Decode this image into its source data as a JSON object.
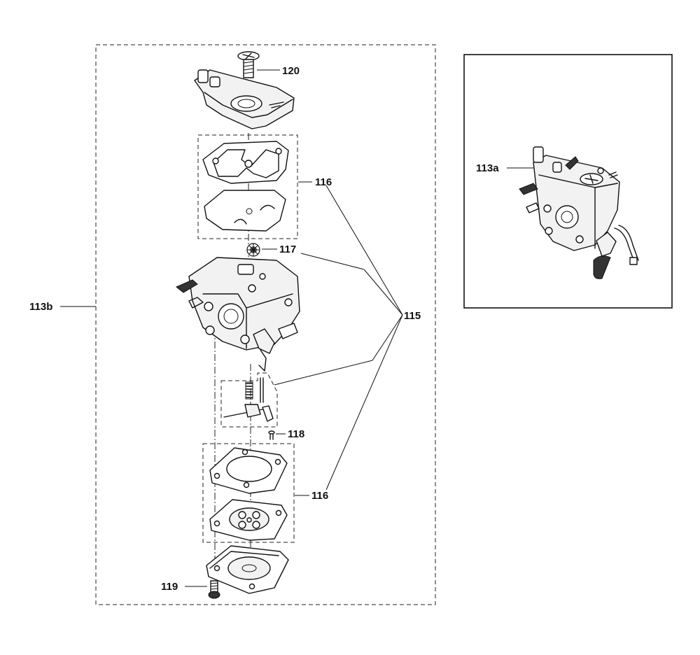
{
  "labels": {
    "p120": "120",
    "p116_top": "116",
    "p117": "117",
    "p113b": "113b",
    "p115": "115",
    "p118": "118",
    "p116_bottom": "116",
    "p119": "119",
    "p113a": "113a"
  }
}
